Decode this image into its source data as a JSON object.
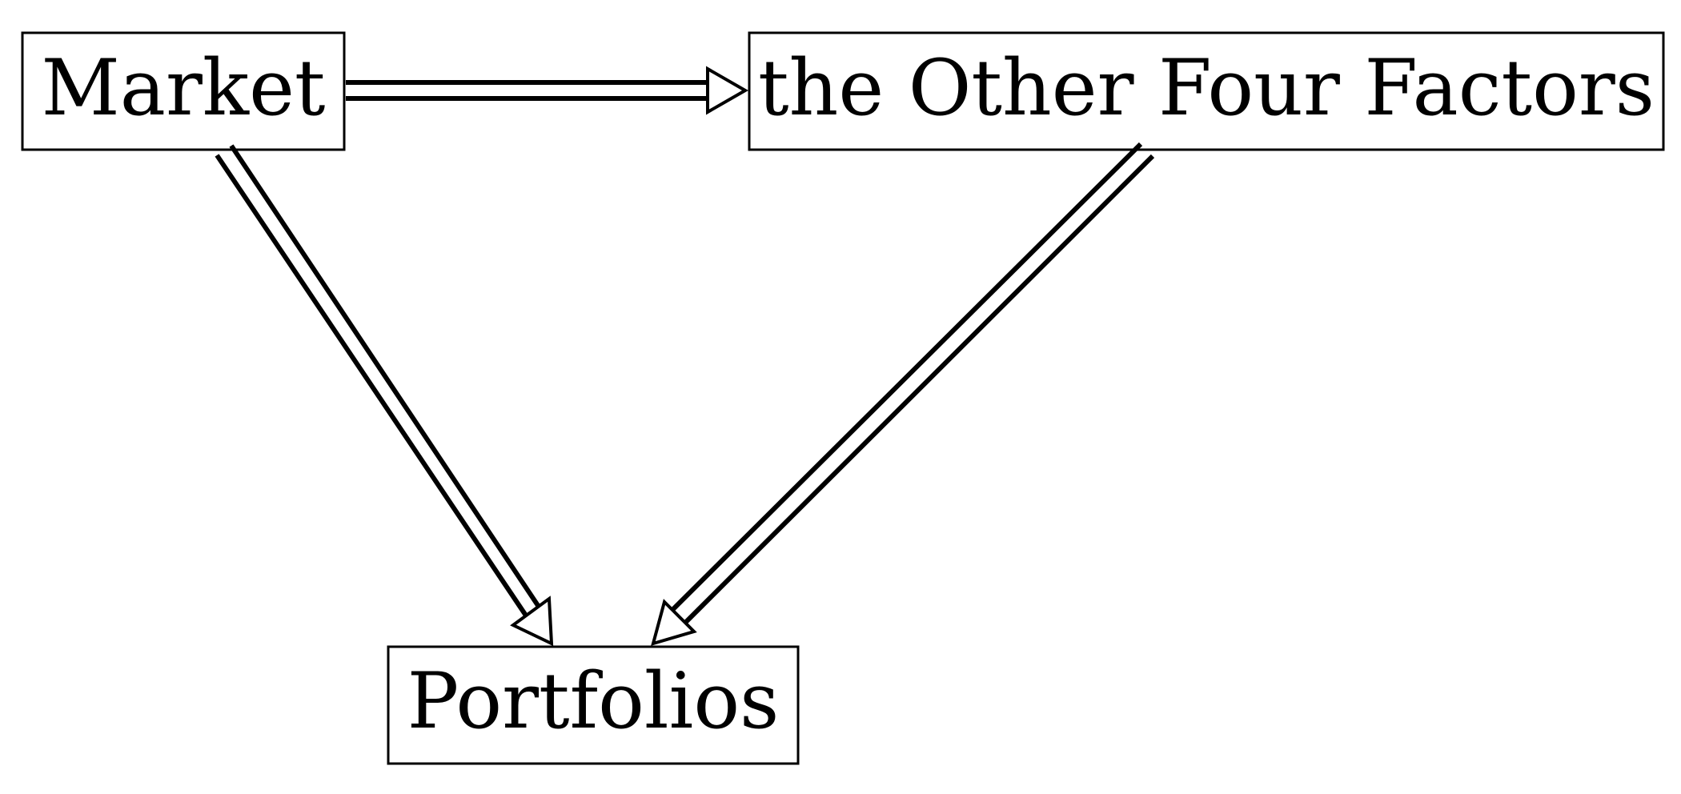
{
  "diagram": {
    "nodes": {
      "market": {
        "label": "Market"
      },
      "other_factors": {
        "label": "the Other Four Factors"
      },
      "portfolios": {
        "label": "Portfolios"
      }
    },
    "edges": [
      {
        "from": "Market",
        "to": "the Other Four Factors",
        "style": "double-arrow"
      },
      {
        "from": "Market",
        "to": "Portfolios",
        "style": "double-arrow"
      },
      {
        "from": "the Other Four Factors",
        "to": "Portfolios",
        "style": "double-arrow"
      }
    ],
    "colors": {
      "stroke": "#000000",
      "fill": "#ffffff"
    }
  }
}
